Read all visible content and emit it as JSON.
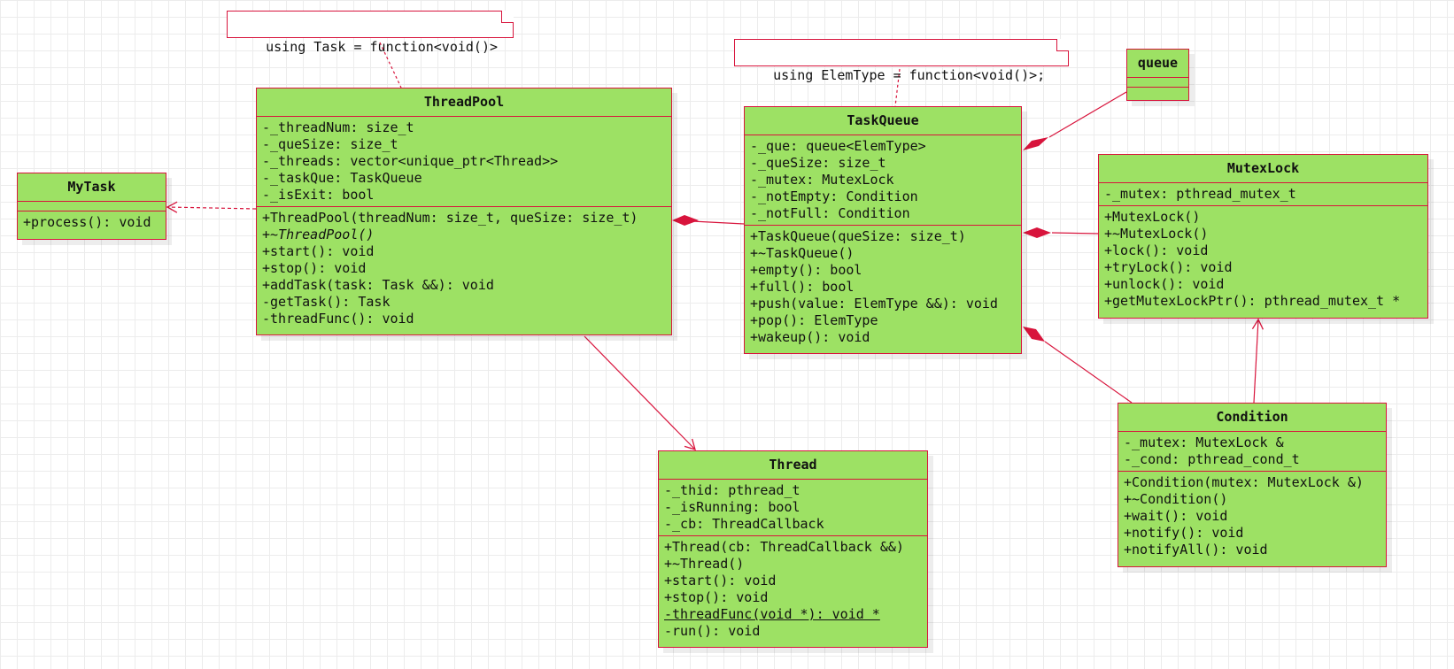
{
  "notes": {
    "task_alias": "using Task = function<void()>",
    "elemtype_alias": "using ElemType = function<void()>;"
  },
  "classes": {
    "mytask": {
      "name": "MyTask",
      "methods": [
        "+process(): void"
      ]
    },
    "threadpool": {
      "name": "ThreadPool",
      "attributes": [
        "-_threadNum: size_t",
        "-_queSize: size_t",
        "-_threads: vector<unique_ptr<Thread>>",
        "-_taskQue: TaskQueue",
        "-_isExit: bool"
      ],
      "methods": [
        "+ThreadPool(threadNum: size_t, queSize: size_t)",
        "+~ThreadPool()",
        "+start(): void",
        "+stop(): void",
        "+addTask(task: Task &&): void",
        "-getTask(): Task",
        "-threadFunc(): void"
      ]
    },
    "taskqueue": {
      "name": "TaskQueue",
      "attributes": [
        "-_que: queue<ElemType>",
        "-_queSize: size_t",
        "-_mutex: MutexLock",
        "-_notEmpty: Condition",
        "-_notFull: Condition"
      ],
      "methods": [
        "+TaskQueue(queSize: size_t)",
        "+~TaskQueue()",
        "+empty(): bool",
        "+full(): bool",
        "+push(value: ElemType &&): void",
        "+pop(): ElemType",
        "+wakeup(): void"
      ]
    },
    "queue": {
      "name": "queue"
    },
    "mutexlock": {
      "name": "MutexLock",
      "attributes": [
        "-_mutex: pthread_mutex_t"
      ],
      "methods": [
        "+MutexLock()",
        "+~MutexLock()",
        "+lock(): void",
        "+tryLock(): void",
        "+unlock(): void",
        "+getMutexLockPtr(): pthread_mutex_t *"
      ]
    },
    "thread": {
      "name": "Thread",
      "attributes": [
        "-_thid: pthread_t",
        "-_isRunning: bool",
        "-_cb: ThreadCallback"
      ],
      "methods": [
        "+Thread(cb: ThreadCallback &&)",
        "+~Thread()",
        "+start(): void",
        "+stop(): void",
        "-threadFunc(void *): void *",
        "-run(): void"
      ]
    },
    "condition": {
      "name": "Condition",
      "attributes": [
        "-_mutex: MutexLock &",
        "-_cond: pthread_cond_t"
      ],
      "methods": [
        "+Condition(mutex: MutexLock &)",
        "+~Condition()",
        "+wait(): void",
        "+notify(): void",
        "+notifyAll(): void"
      ]
    }
  },
  "colors": {
    "fill": "#9de164",
    "stroke": "#d8143c",
    "background": "#ffffff"
  }
}
